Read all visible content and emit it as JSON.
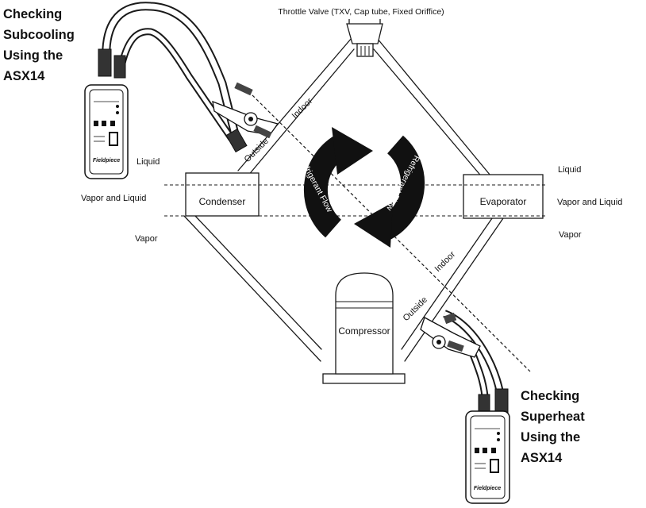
{
  "labels": {
    "throttle_valve": "Throttle Valve (TXV, Cap tube, Fixed Oriffice)",
    "condenser": "Condenser",
    "evaporator": "Evaporator",
    "compressor": "Compressor",
    "refrigerant_flow": "Refrigerant Flow",
    "indoor": "Indoor",
    "outside": "Outside",
    "left_liquid": "Liquid",
    "left_vapor_liquid": "Vapor and Liquid",
    "left_vapor": "Vapor",
    "right_liquid": "Liquid",
    "right_vapor_liquid": "Vapor and Liquid",
    "right_vapor": "Vapor"
  },
  "callouts": {
    "subcooling": [
      "Checking",
      "Subcooling",
      "Using the",
      "ASX14"
    ],
    "superheat": [
      "Checking",
      "Superheat",
      "Using the",
      "ASX14"
    ]
  },
  "meter": {
    "brand": "Fieldpiece"
  }
}
